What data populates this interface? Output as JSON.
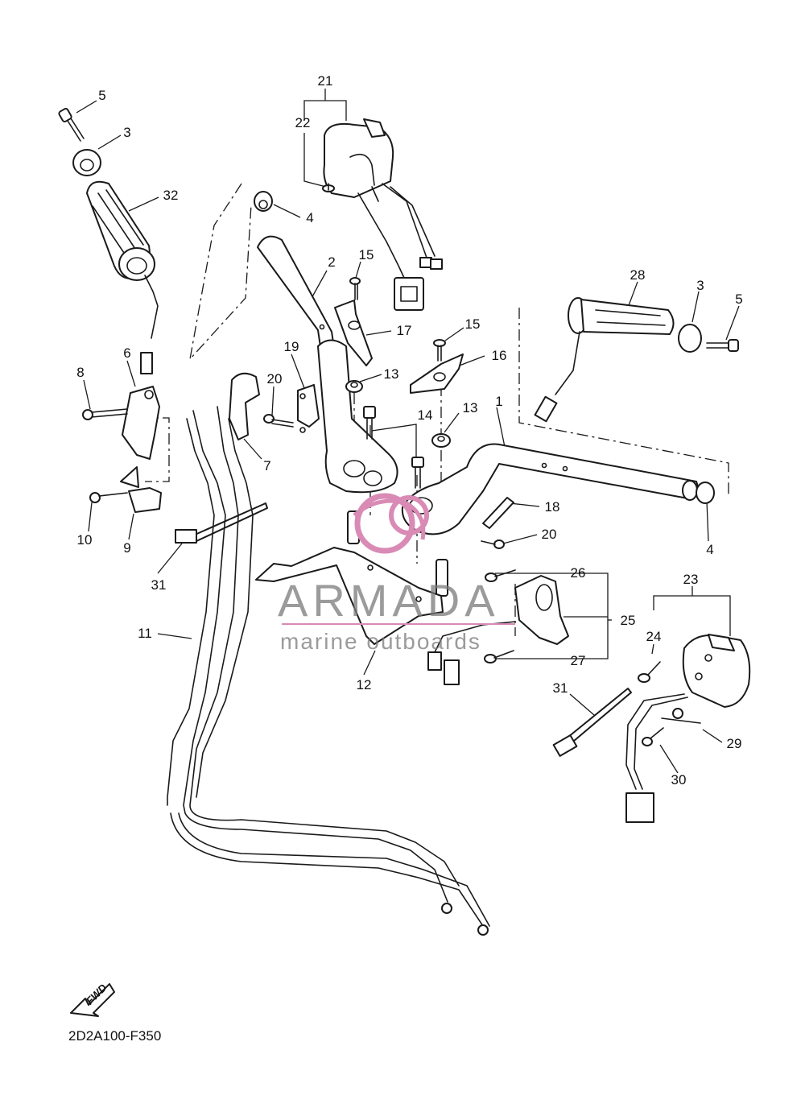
{
  "callouts": [
    {
      "id": "c1",
      "label": "1"
    },
    {
      "id": "c2",
      "label": "2"
    },
    {
      "id": "c3a",
      "label": "3"
    },
    {
      "id": "c3b",
      "label": "3"
    },
    {
      "id": "c4a",
      "label": "4"
    },
    {
      "id": "c4b",
      "label": "4"
    },
    {
      "id": "c5a",
      "label": "5"
    },
    {
      "id": "c5b",
      "label": "5"
    },
    {
      "id": "c6",
      "label": "6"
    },
    {
      "id": "c7",
      "label": "7"
    },
    {
      "id": "c8",
      "label": "8"
    },
    {
      "id": "c9",
      "label": "9"
    },
    {
      "id": "c10",
      "label": "10"
    },
    {
      "id": "c11",
      "label": "11"
    },
    {
      "id": "c12",
      "label": "12"
    },
    {
      "id": "c13a",
      "label": "13"
    },
    {
      "id": "c13b",
      "label": "13"
    },
    {
      "id": "c14",
      "label": "14"
    },
    {
      "id": "c15a",
      "label": "15"
    },
    {
      "id": "c15b",
      "label": "15"
    },
    {
      "id": "c16",
      "label": "16"
    },
    {
      "id": "c17",
      "label": "17"
    },
    {
      "id": "c18",
      "label": "18"
    },
    {
      "id": "c19",
      "label": "19"
    },
    {
      "id": "c20a",
      "label": "20"
    },
    {
      "id": "c20b",
      "label": "20"
    },
    {
      "id": "c21",
      "label": "21"
    },
    {
      "id": "c22",
      "label": "22"
    },
    {
      "id": "c23",
      "label": "23"
    },
    {
      "id": "c24",
      "label": "24"
    },
    {
      "id": "c25",
      "label": "25"
    },
    {
      "id": "c26",
      "label": "26"
    },
    {
      "id": "c27",
      "label": "27"
    },
    {
      "id": "c28",
      "label": "28"
    },
    {
      "id": "c29",
      "label": "29"
    },
    {
      "id": "c30",
      "label": "30"
    },
    {
      "id": "c31a",
      "label": "31"
    },
    {
      "id": "c31b",
      "label": "31"
    },
    {
      "id": "c32",
      "label": "32"
    }
  ],
  "watermark": {
    "brand": "ARMADA",
    "tagline": "marine outboards",
    "color": "#d98ab5"
  },
  "fwd_indicator": {
    "label": "FWD",
    "icon": "forward-arrow-icon"
  },
  "diagram_code": "2D2A100-F350",
  "colors": {
    "line": "#1a1a1a",
    "watermark_text": "#7a7a7a",
    "watermark_logo": "#d98ab5"
  }
}
